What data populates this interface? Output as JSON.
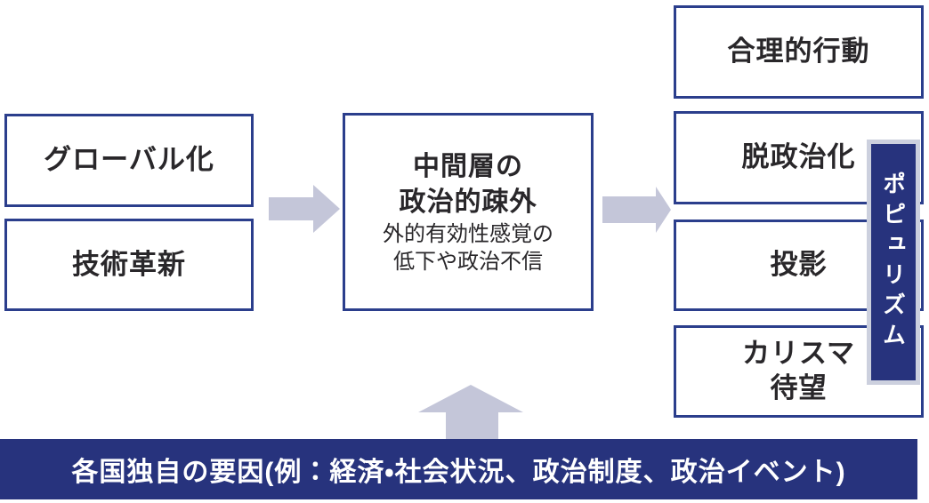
{
  "diagram": {
    "causes": [
      {
        "label": "グローバル化"
      },
      {
        "label": "技術革新"
      }
    ],
    "center": {
      "title_line1": "中間層の",
      "title_line2": "政治的疎外",
      "sub_line1": "外的有効性感覚の",
      "sub_line2": "低下や政治不信"
    },
    "effects": [
      {
        "label": "合理的行動"
      },
      {
        "label": "脱政治化"
      },
      {
        "label": "投影"
      },
      {
        "line1": "カリスマ",
        "line2": "待望"
      }
    ],
    "populism_bar": {
      "label": "ポピュリズム"
    },
    "bottom_banner": {
      "label": "各国独自の要因(例：経済・社会状況、政治制度、政治イベント)"
    },
    "colors": {
      "navy": "#27337d",
      "box_border": "#2b3e8c",
      "arrow": "#c4c6d9",
      "text": "#29272a",
      "bar_halo": "#ccd0de",
      "white": "#ffffff"
    }
  }
}
